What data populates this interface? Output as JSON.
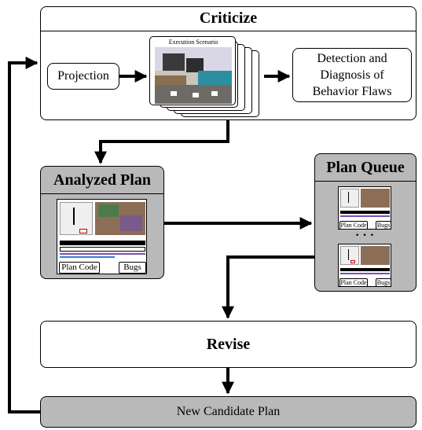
{
  "criticize": {
    "title": "Criticize",
    "projection": "Projection",
    "execution_scenario": "Execution Scenario",
    "detection_line1": "Detection and",
    "detection_line2": "Diagnosis of",
    "detection_line3": "Behavior Flaws"
  },
  "analyzed_plan": {
    "title": "Analyzed Plan",
    "plan_code": "Plan Code",
    "bugs": "Bugs"
  },
  "plan_queue": {
    "title": "Plan Queue",
    "plan_code": "Plan Code",
    "bugs": "Bugs",
    "ellipsis": "· · ·"
  },
  "revise": {
    "title": "Revise"
  },
  "new_candidate": {
    "label": "New Candidate Plan"
  },
  "colors": {
    "panel_grey": "#b9b9b9",
    "stroke": "#000000"
  }
}
